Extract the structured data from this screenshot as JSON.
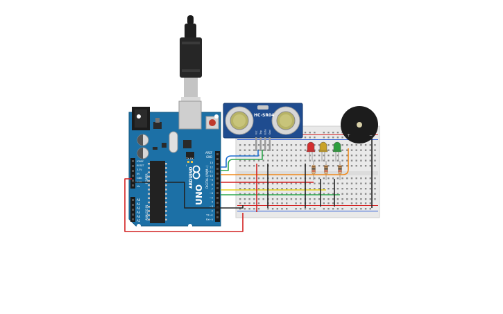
{
  "arduino": {
    "brand": "ARDUINO",
    "model": "UNO",
    "digital_label": "DIGITAL (PWM~)",
    "analog_label": "ANALOG IN",
    "power_label": "POWER",
    "pin_aref": "AREF",
    "pin_gnd": "GND",
    "digital_pins": [
      "13",
      "12",
      "~11",
      "~10",
      "~9",
      "8",
      "7",
      "~6",
      "~5",
      "4",
      "~3",
      "2",
      "TX→1",
      "RX←0"
    ],
    "power_pins": [
      "IOREF",
      "RESET",
      "3.3V",
      "5V",
      "GND",
      "GND",
      "Vin"
    ],
    "analog_pins": [
      "A0",
      "A1",
      "A2",
      "A3",
      "A4",
      "A5"
    ],
    "tx_label": "TX",
    "rx_label": "RX",
    "l_label": "L",
    "on_label": "ON"
  },
  "sensor": {
    "model": "HC-SR04",
    "pins": [
      "Vcc",
      "Trig",
      "Echo",
      "Gnd"
    ],
    "color": "#1f4c8f"
  },
  "buzzer": {
    "plus": "+",
    "minus": "−"
  },
  "leds": [
    {
      "name": "red",
      "color": "#d32f2f"
    },
    {
      "name": "yellow",
      "color": "#c9a227"
    },
    {
      "name": "green",
      "color": "#2e9e3e"
    }
  ],
  "wire_colors": {
    "red": "#d22020",
    "black": "#222222",
    "blue": "#1e6fd0",
    "green": "#2fa84f",
    "orange": "#f08a1c",
    "yellow": "#e8d21a"
  },
  "board_color": "#1c70a6"
}
